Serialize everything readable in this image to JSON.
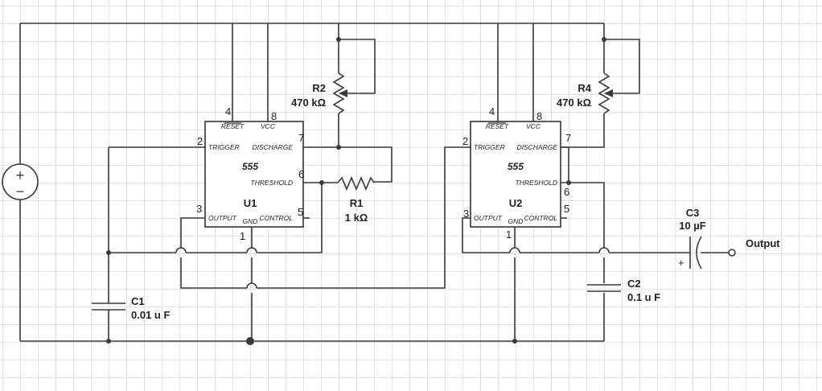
{
  "chips": {
    "u1": {
      "ref": "U1",
      "type": "555",
      "pins": {
        "reset": "RESET",
        "vcc": "VCC",
        "trigger": "TRIGGER",
        "discharge": "DISCHARGE",
        "threshold": "THRESHOLD",
        "output": "OUTPUT",
        "gnd": "GND",
        "control": "CONTROL"
      },
      "numbers": {
        "reset": "4",
        "vcc": "8",
        "trigger": "2",
        "discharge": "7",
        "threshold": "6",
        "output": "3",
        "control": "5",
        "gnd": "1"
      }
    },
    "u2": {
      "ref": "U2",
      "type": "555",
      "pins": {
        "reset": "RESET",
        "vcc": "VCC",
        "trigger": "TRIGGER",
        "discharge": "DISCHARGE",
        "threshold": "THRESHOLD",
        "output": "OUTPUT",
        "gnd": "GND",
        "control": "CONTROL"
      },
      "numbers": {
        "reset": "4",
        "vcc": "8",
        "trigger": "2",
        "discharge": "7",
        "threshold": "6",
        "output": "3",
        "control": "5",
        "gnd": "1"
      }
    }
  },
  "components": {
    "r1": {
      "ref": "R1",
      "value": "1 kΩ"
    },
    "r2": {
      "ref": "R2",
      "value": "470 kΩ"
    },
    "r4": {
      "ref": "R4",
      "value": "470 kΩ"
    },
    "c1": {
      "ref": "C1",
      "value": "0.01 u F"
    },
    "c2": {
      "ref": "C2",
      "value": "0.1 u F"
    },
    "c3": {
      "ref": "C3",
      "value": "10 µF",
      "polarity": "+"
    },
    "source": {
      "plus": "+",
      "minus": "−"
    },
    "output": {
      "label": "Output"
    }
  }
}
